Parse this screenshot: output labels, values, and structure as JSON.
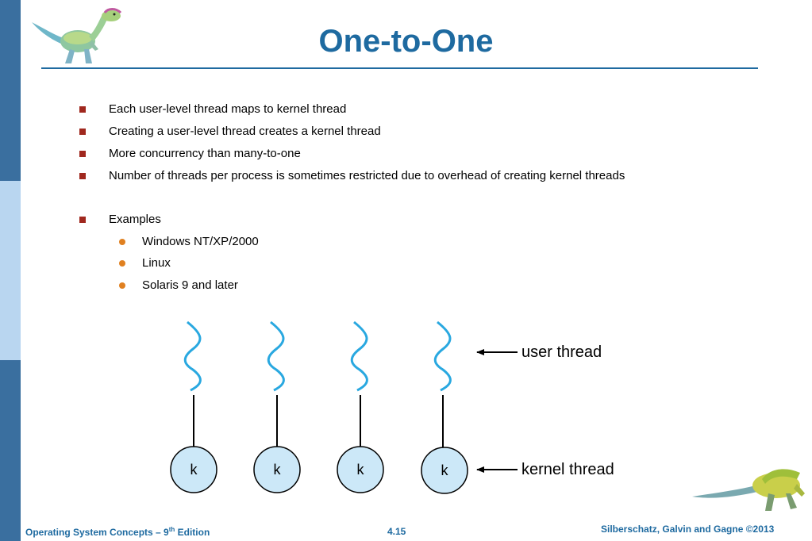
{
  "slide": {
    "title": "One-to-One",
    "bullets": [
      "Each user-level thread maps to kernel thread",
      "Creating a user-level thread creates a kernel thread",
      "More concurrency than many-to-one",
      "Number of threads per process is sometimes restricted due to overhead of creating kernel threads"
    ],
    "examples_label": "Examples",
    "examples": [
      "Windows NT/XP/2000",
      "Linux",
      "Solaris 9 and later"
    ]
  },
  "diagram": {
    "kernel_labels": [
      "k",
      "k",
      "k",
      "k"
    ],
    "user_thread_label": "user thread",
    "kernel_thread_label": "kernel thread",
    "colors": {
      "wave": "#29a8e0",
      "kernel_fill": "#cce8f8",
      "line": "#000000"
    }
  },
  "footer": {
    "left_prefix": "Operating System Concepts – 9",
    "left_sup": "th",
    "left_suffix": " Edition",
    "page": "4.15",
    "right": "Silberschatz, Galvin and Gagne ©2013"
  },
  "theme": {
    "title_color": "#1e6aa0",
    "sidebar_color": "#3a6f9f",
    "sidebar_light": "#b9d6f0",
    "bullet_square": "#a0281e",
    "bullet_dot": "#e08020"
  },
  "icons": {
    "top_logo": "dinosaur-logo-icon",
    "bottom_logo": "dinosaur-logo-icon"
  }
}
